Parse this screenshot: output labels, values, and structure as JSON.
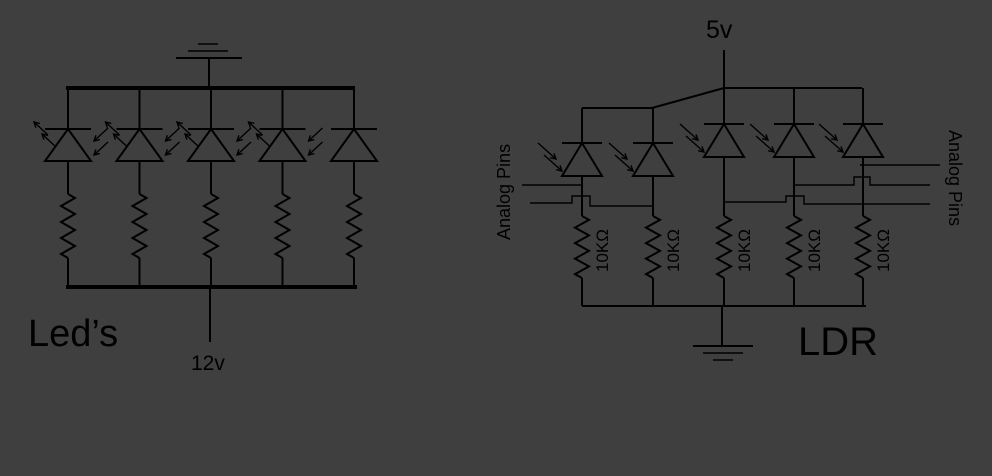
{
  "left_circuit": {
    "title": "Led’s",
    "supply_label": "12v",
    "led_count": 5
  },
  "right_circuit": {
    "title": "LDR",
    "supply_label": "5v",
    "left_pins_label": "Analog Pins",
    "right_pins_label": "Analog Pins",
    "resistor_label": "10KΩ",
    "ldr_count": 5
  }
}
